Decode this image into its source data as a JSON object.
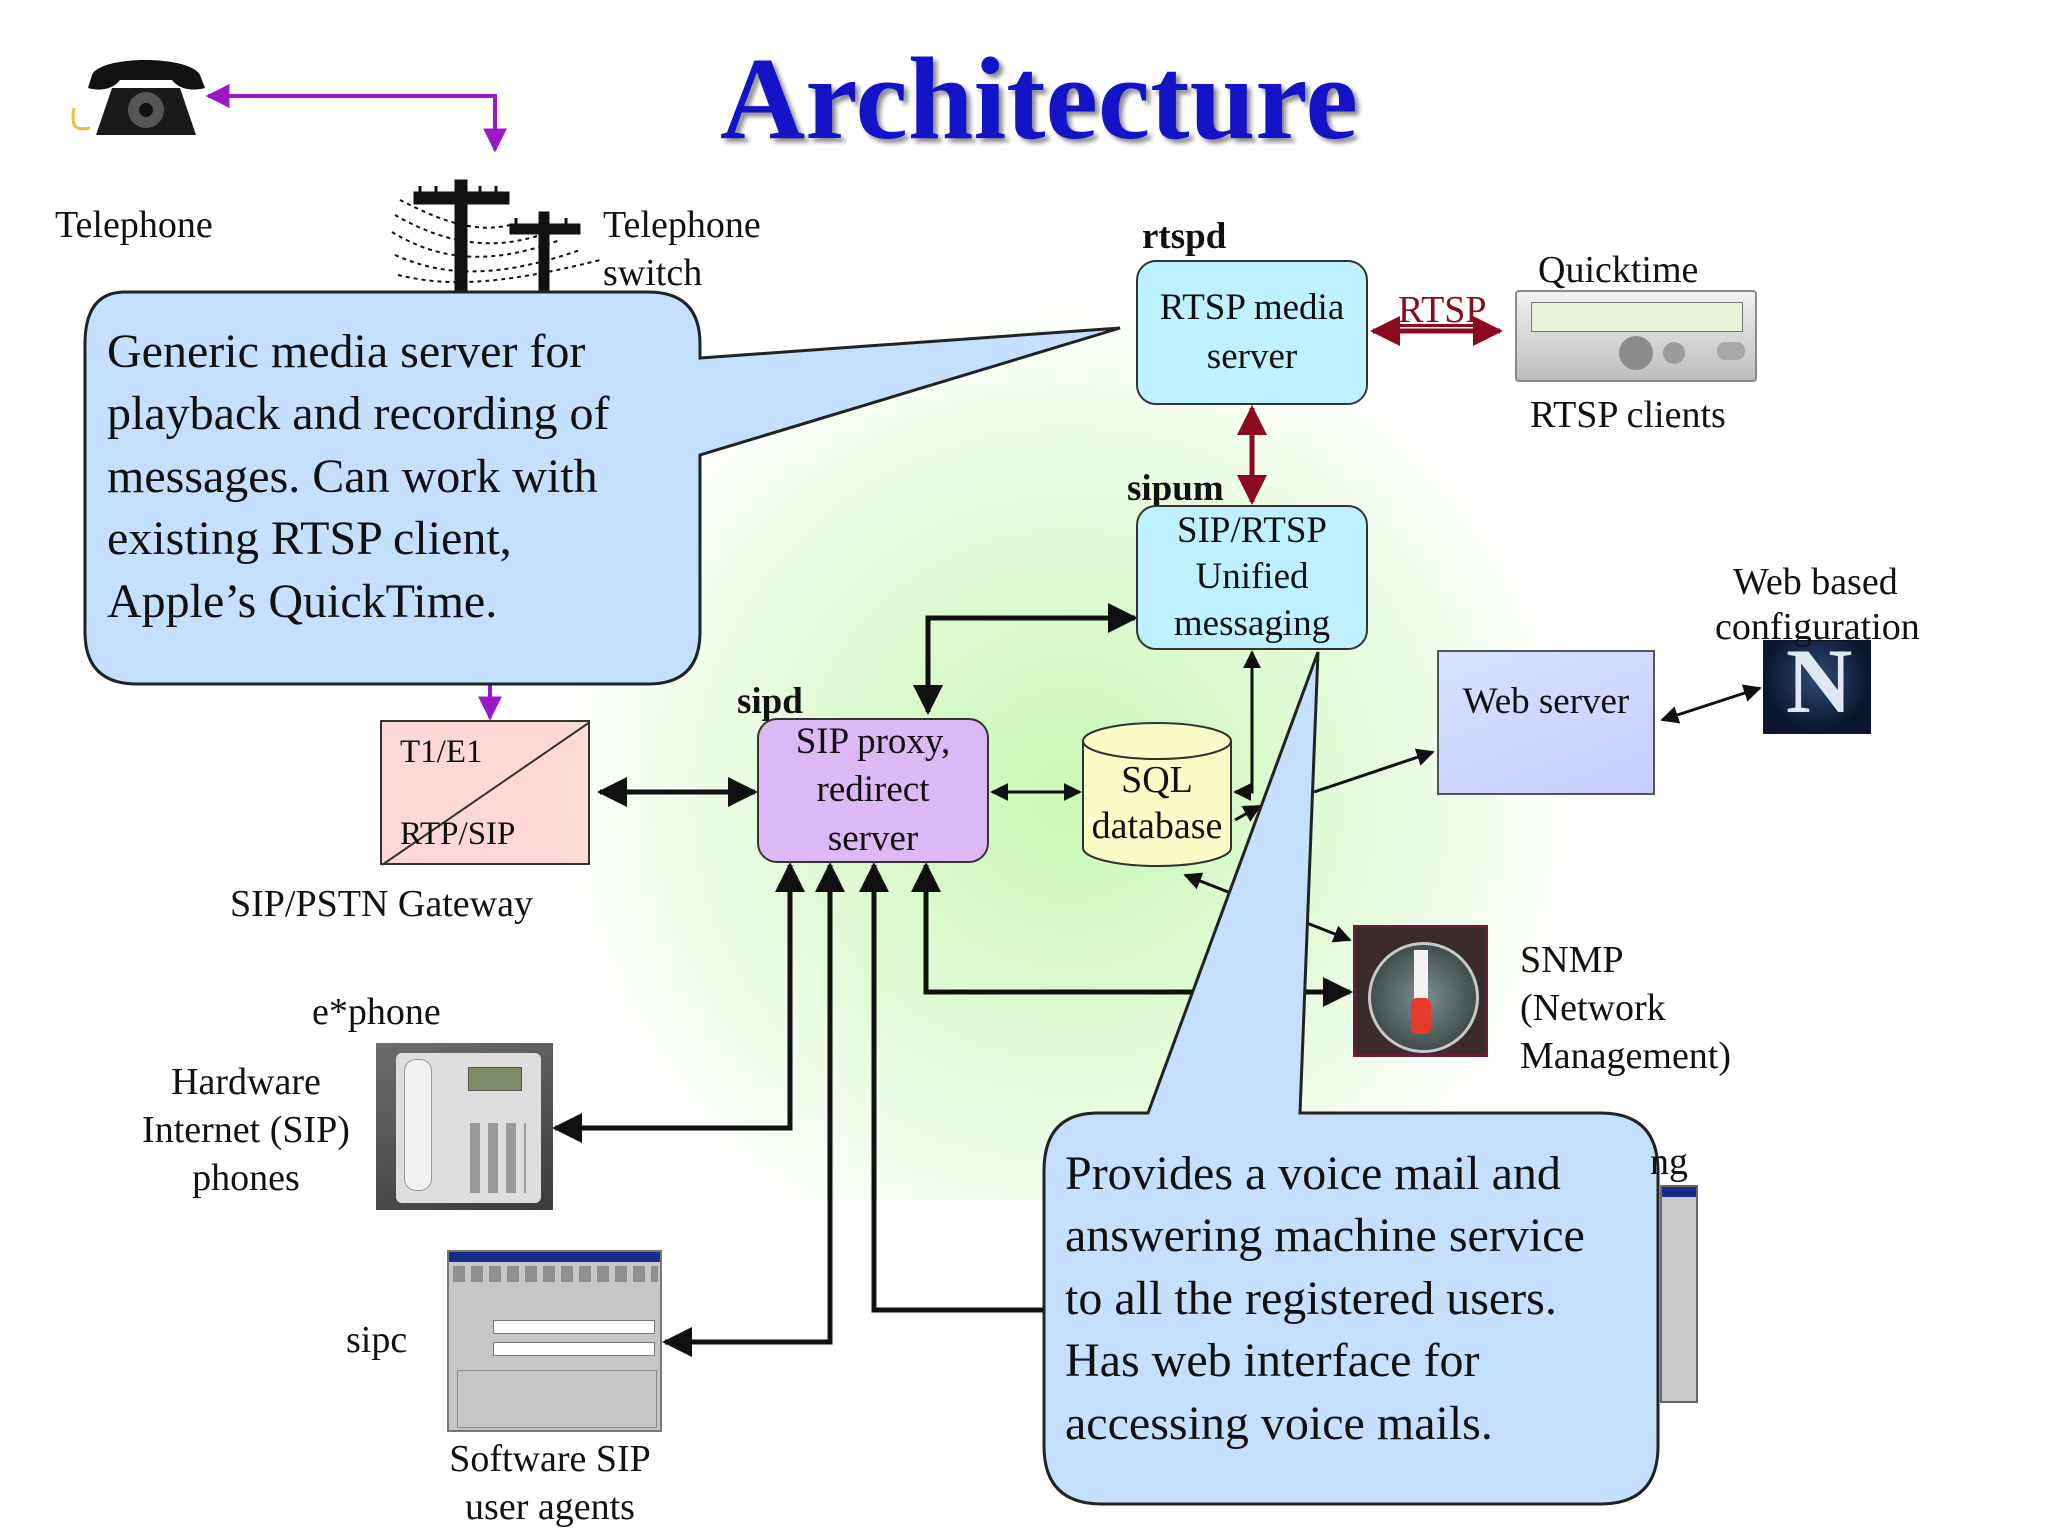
{
  "title": "Architecture",
  "telephone": {
    "label": "Telephone"
  },
  "telephone_switch": {
    "label_line1": "Telephone",
    "label_line2": "switch"
  },
  "rtspd": {
    "tag": "rtspd",
    "box_line1": "RTSP media",
    "box_line2": "server"
  },
  "rtsp_link": {
    "label": "RTSP"
  },
  "quicktime": {
    "label": "Quicktime",
    "caption": "RTSP clients"
  },
  "sipum": {
    "tag": "sipum",
    "box_line1": "SIP/RTSP",
    "box_line2": "Unified",
    "box_line3": "messaging"
  },
  "web": {
    "config_line1": "Web based",
    "config_line2": "configuration",
    "server_label": "Web server"
  },
  "sipd": {
    "tag": "sipd",
    "box_line1": "SIP proxy,",
    "box_line2": "redirect",
    "box_line3": "server"
  },
  "sql": {
    "line1": "SQL",
    "line2": "database"
  },
  "gateway": {
    "top": "T1/E1",
    "bottom": "RTP/SIP",
    "caption": "SIP/PSTN Gateway"
  },
  "snmp": {
    "line1": "SNMP",
    "line2": "(Network",
    "line3": "Management)"
  },
  "ephone": {
    "tag": "e*phone",
    "line1": "Hardware",
    "line2": "Internet (SIP)",
    "line3": "phones"
  },
  "sipc": {
    "tag": "sipc",
    "line1": "Software SIP",
    "line2": "user agents"
  },
  "partial_label": "ng",
  "callout_left": {
    "line1": "Generic media server for",
    "line2": "playback and recording of",
    "line3": "messages. Can work with",
    "line4": "existing RTSP client,",
    "line5": "Apple’s QuickTime."
  },
  "callout_right": {
    "line1": "Provides a voice mail and",
    "line2": "answering machine service",
    "line3": "to all the registered users.",
    "line4": "Has web interface for",
    "line5": "accessing voice mails."
  },
  "colors": {
    "title": "#1313c8",
    "callout_fill": "#c5dfff",
    "rtsp_link": "#8a0a1e",
    "pstn_link": "#9a18c8",
    "rtsp_box": "#bff0ff",
    "sip_box": "#dcb8f5",
    "sql_fill": "#fbfbc7",
    "gateway_fill": "#fdd8d6",
    "web_box": "#cfd8ff"
  }
}
